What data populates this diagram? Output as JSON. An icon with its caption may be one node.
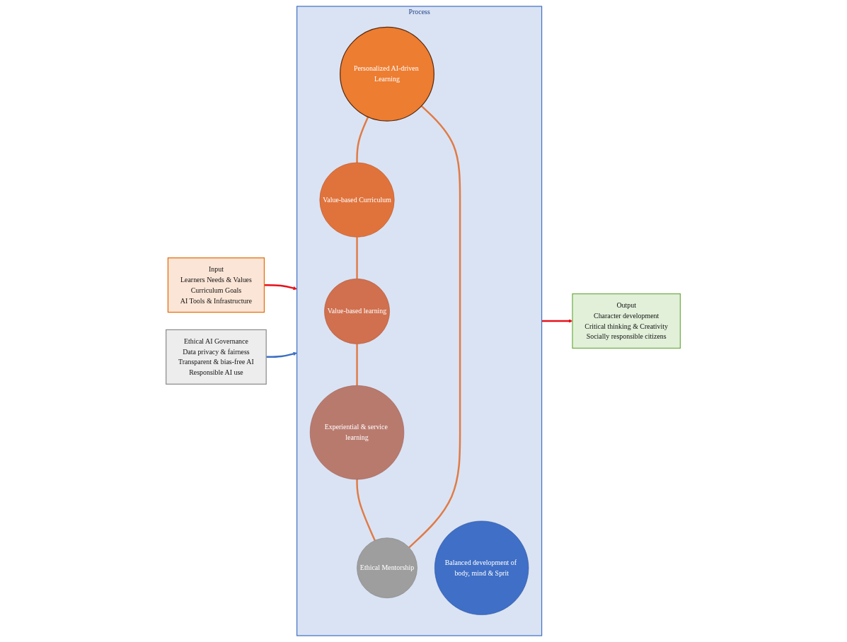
{
  "diagram": {
    "nodes": [
      {
        "text": [
          "Input",
          "Learners Needs & Values",
          "Curriculum Goals",
          "AI Tools & Infrastructure"
        ]
      },
      {
        "text": [
          "Process"
        ]
      },
      {
        "text": [
          "Personalized AI-driven Learning"
        ],
        "in": 1
      },
      {
        "text": [
          "Value-based Curriculum"
        ],
        "in": 1
      },
      {
        "text": [
          "Value-based learning"
        ],
        "in": 1
      },
      {
        "text": [
          "Experiential & service learning"
        ],
        "in": 1
      },
      {
        "text": [
          "Ethical Mentorship"
        ],
        "in": 1
      },
      {
        "text": [
          "Balanced development of body, mind & Sprit"
        ],
        "in": 1
      },
      {
        "text": [
          "Output",
          "Character development",
          "Critical thinking & Creativity",
          "Socially responsible citizens"
        ]
      },
      {
        "text": [
          "Ethical AI Governance",
          "Data privacy & fairness",
          "Transparent & bias-free AI",
          "Responsible AI use"
        ]
      }
    ],
    "edges": [
      {
        "from": 0,
        "to": 1,
        "arrow": "to",
        "color": "#e8101a"
      },
      {
        "from": 1,
        "to": 8,
        "arrow": "to",
        "color": "#e8101a"
      },
      {
        "from": 9,
        "to": 1,
        "arrow": "to",
        "color": "#3a6fc4"
      },
      {
        "from": 2,
        "to": 3,
        "arrow": "none"
      },
      {
        "from": 3,
        "to": 4,
        "arrow": "none"
      },
      {
        "from": 4,
        "to": 5,
        "arrow": "none"
      },
      {
        "from": 5,
        "to": 6,
        "arrow": "none"
      },
      {
        "from": 6,
        "to": 2,
        "arrow": "none"
      }
    ]
  }
}
